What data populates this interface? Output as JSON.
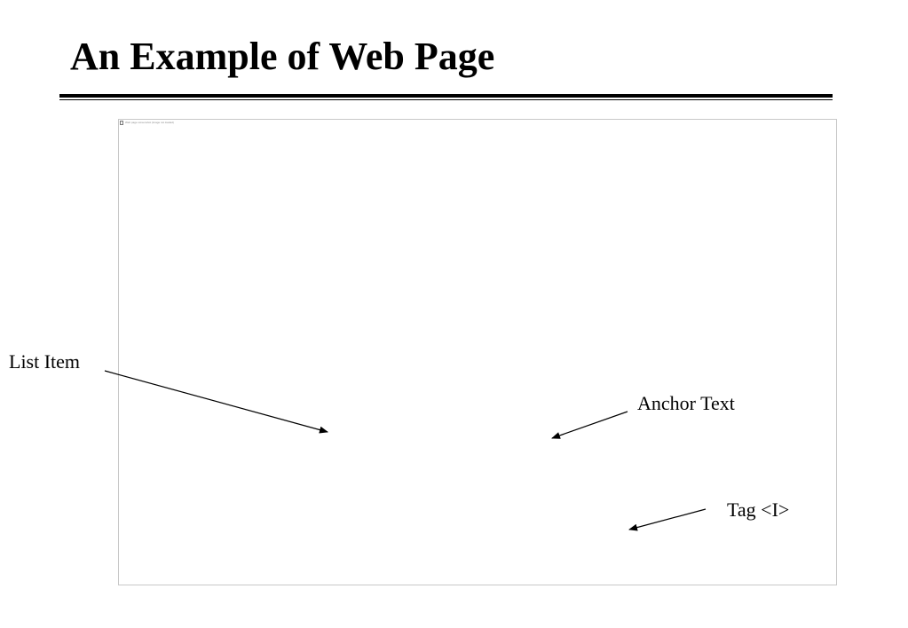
{
  "slide": {
    "title": "An Example of Web Page"
  },
  "embedded_page": {
    "image_alt_text": "Web page screenshot (image not loaded)",
    "state": "image not rendered"
  },
  "annotations": [
    {
      "label": "List Item"
    },
    {
      "label": "Anchor Text"
    },
    {
      "label": "Tag <I>"
    }
  ],
  "colors": {
    "text": "#000000",
    "rule": "#000000",
    "frame_border": "#c8c8c8",
    "background": "#ffffff"
  }
}
